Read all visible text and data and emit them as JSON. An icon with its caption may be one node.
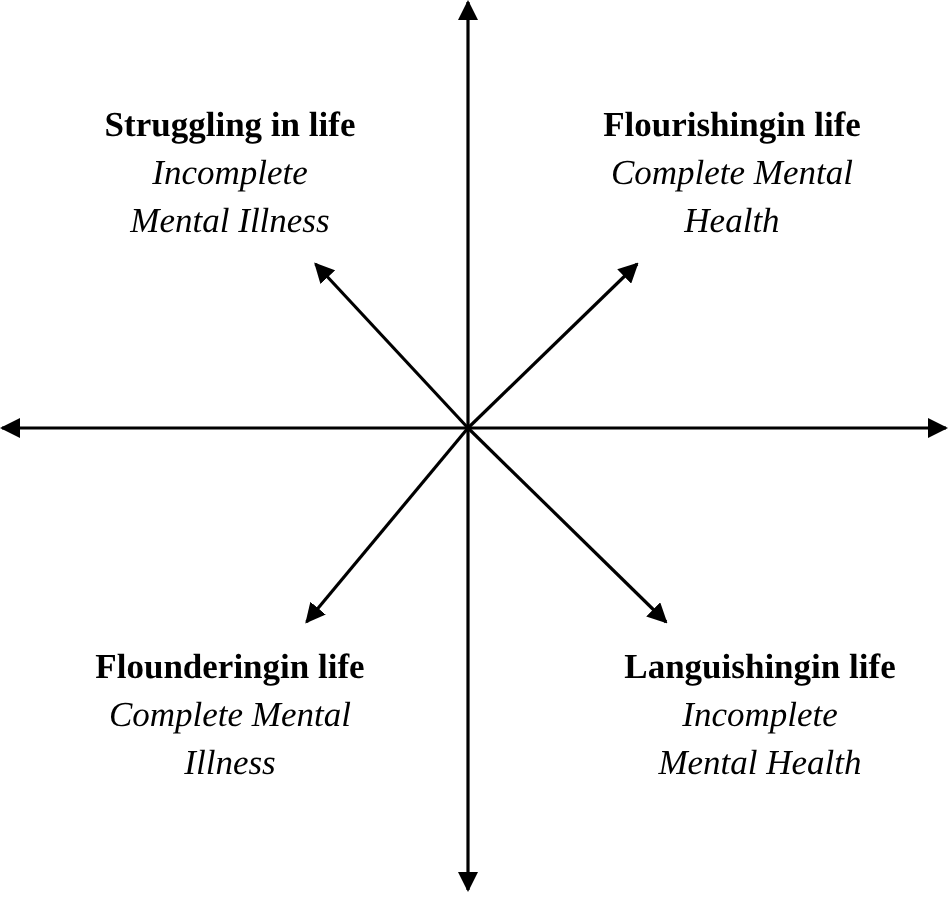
{
  "diagram": {
    "nodes": [
      {
        "text": [
          "Struggling in life",
          "Incomplete Mental Illness"
        ]
      },
      {
        "text": [
          "Flourishingin life",
          "Complete Mental Health"
        ]
      },
      {
        "text": [
          "Flounderingin life",
          "Complete Mental Illness"
        ]
      },
      {
        "text": [
          "Languishingin life",
          "Incomplete Mental Health"
        ]
      }
    ],
    "edges": [
      {
        "from": null,
        "to": 0,
        "arrow": "to"
      },
      {
        "from": null,
        "to": 1,
        "arrow": "to"
      },
      {
        "from": null,
        "to": 2,
        "arrow": "to"
      },
      {
        "from": null,
        "to": 3,
        "arrow": "to"
      }
    ]
  }
}
